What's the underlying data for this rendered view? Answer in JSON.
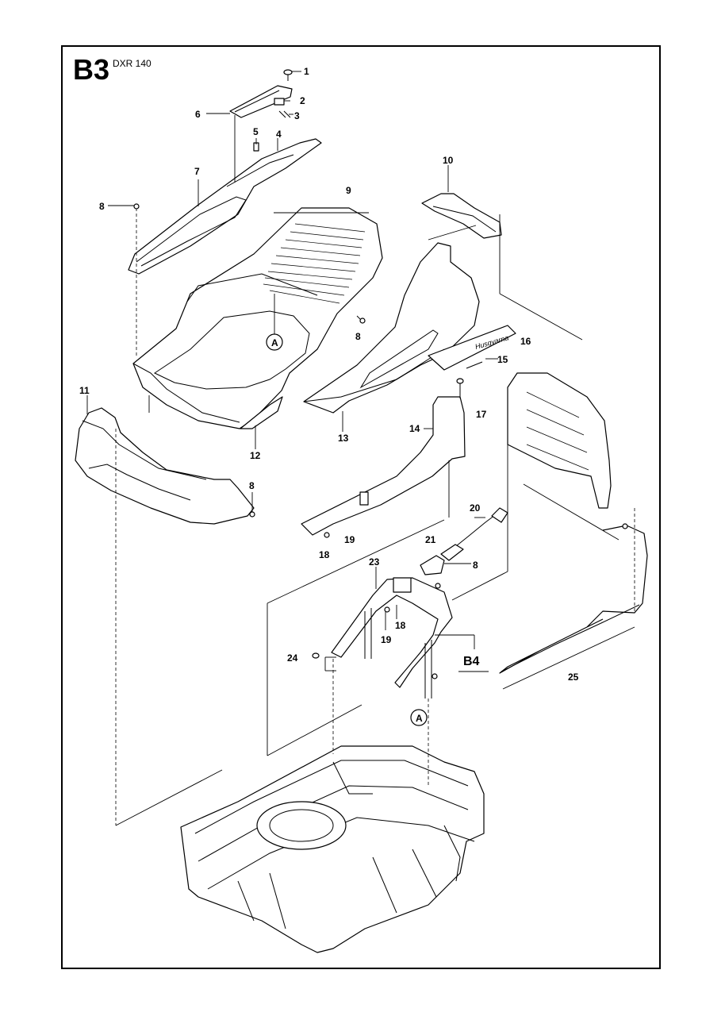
{
  "header": {
    "page_code": "B3",
    "model": "DXR 140"
  },
  "callouts": {
    "c1": "1",
    "c2": "2",
    "c3": "3",
    "c4": "4",
    "c5": "5",
    "c6": "6",
    "c7": "7",
    "c8a": "8",
    "c8b": "8",
    "c8c": "8",
    "c8d": "8",
    "c9": "9",
    "c10": "10",
    "c11": "11",
    "c12": "12",
    "c13": "13",
    "c14": "14",
    "c15": "15",
    "c16": "16",
    "c17": "17",
    "c18a": "18",
    "c18b": "18",
    "c19a": "19",
    "c19b": "19",
    "c20": "20",
    "c21": "21",
    "c23": "23",
    "c24": "24",
    "c25": "25"
  },
  "markers": {
    "a_upper": "A",
    "a_lower": "A"
  },
  "references": {
    "b4": "B4"
  }
}
